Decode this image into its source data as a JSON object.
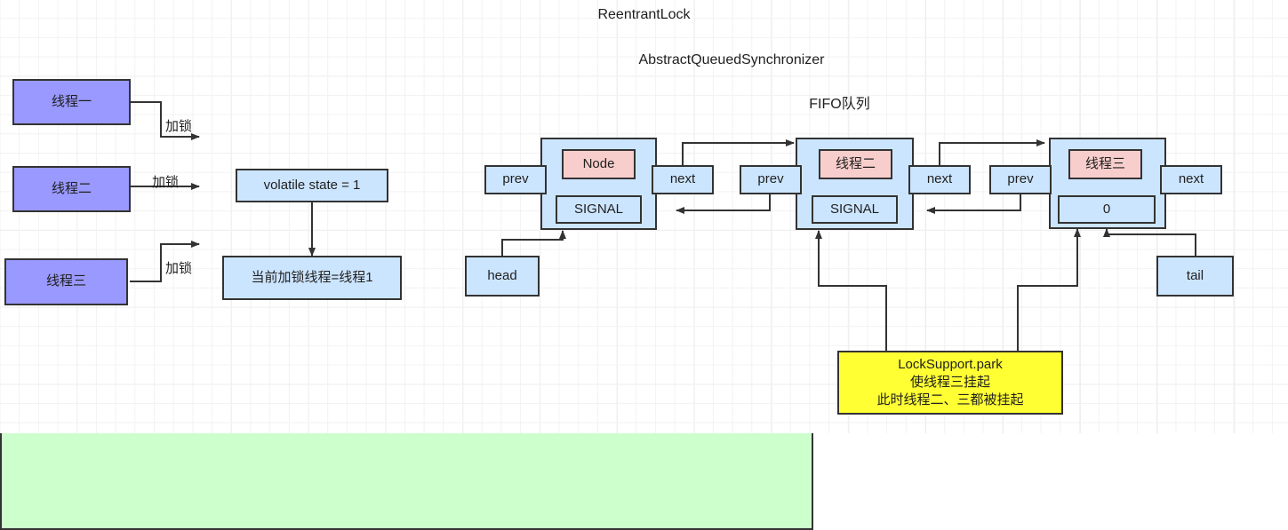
{
  "diagram": {
    "title": "ReentrantLock",
    "outer_container_title": "AbstractQueuedSynchronizer",
    "queue_title": "FIFO队列"
  },
  "threads": [
    {
      "label": "线程一",
      "edge_label": "加锁"
    },
    {
      "label": "线程二",
      "edge_label": "加锁"
    },
    {
      "label": "线程三",
      "edge_label": "加锁"
    }
  ],
  "aqs_fields": {
    "state": "volatile state = 1",
    "owner": "当前加锁线程=线程1"
  },
  "queue": {
    "head_label": "head",
    "tail_label": "tail",
    "nodes": [
      {
        "prev_label": "prev",
        "next_label": "next",
        "payload": "Node",
        "waitstatus": "SIGNAL"
      },
      {
        "prev_label": "prev",
        "next_label": "next",
        "payload": "线程二",
        "waitstatus": "SIGNAL"
      },
      {
        "prev_label": "prev",
        "next_label": "next",
        "payload": "线程三",
        "waitstatus": "0"
      }
    ]
  },
  "annotation": {
    "line1": "LockSupport.park",
    "line2": "使线程三挂起",
    "line3": "此时线程二、三都被挂起"
  },
  "colors": {
    "thread_fill": "#9999ff",
    "aqs_fill": "#e6ffcc",
    "fifo_fill": "#ccffcc",
    "node_fill": "#cce5ff",
    "payload_fill": "#f8cecc",
    "annotation_fill": "#ffff33",
    "stroke": "#333333"
  }
}
